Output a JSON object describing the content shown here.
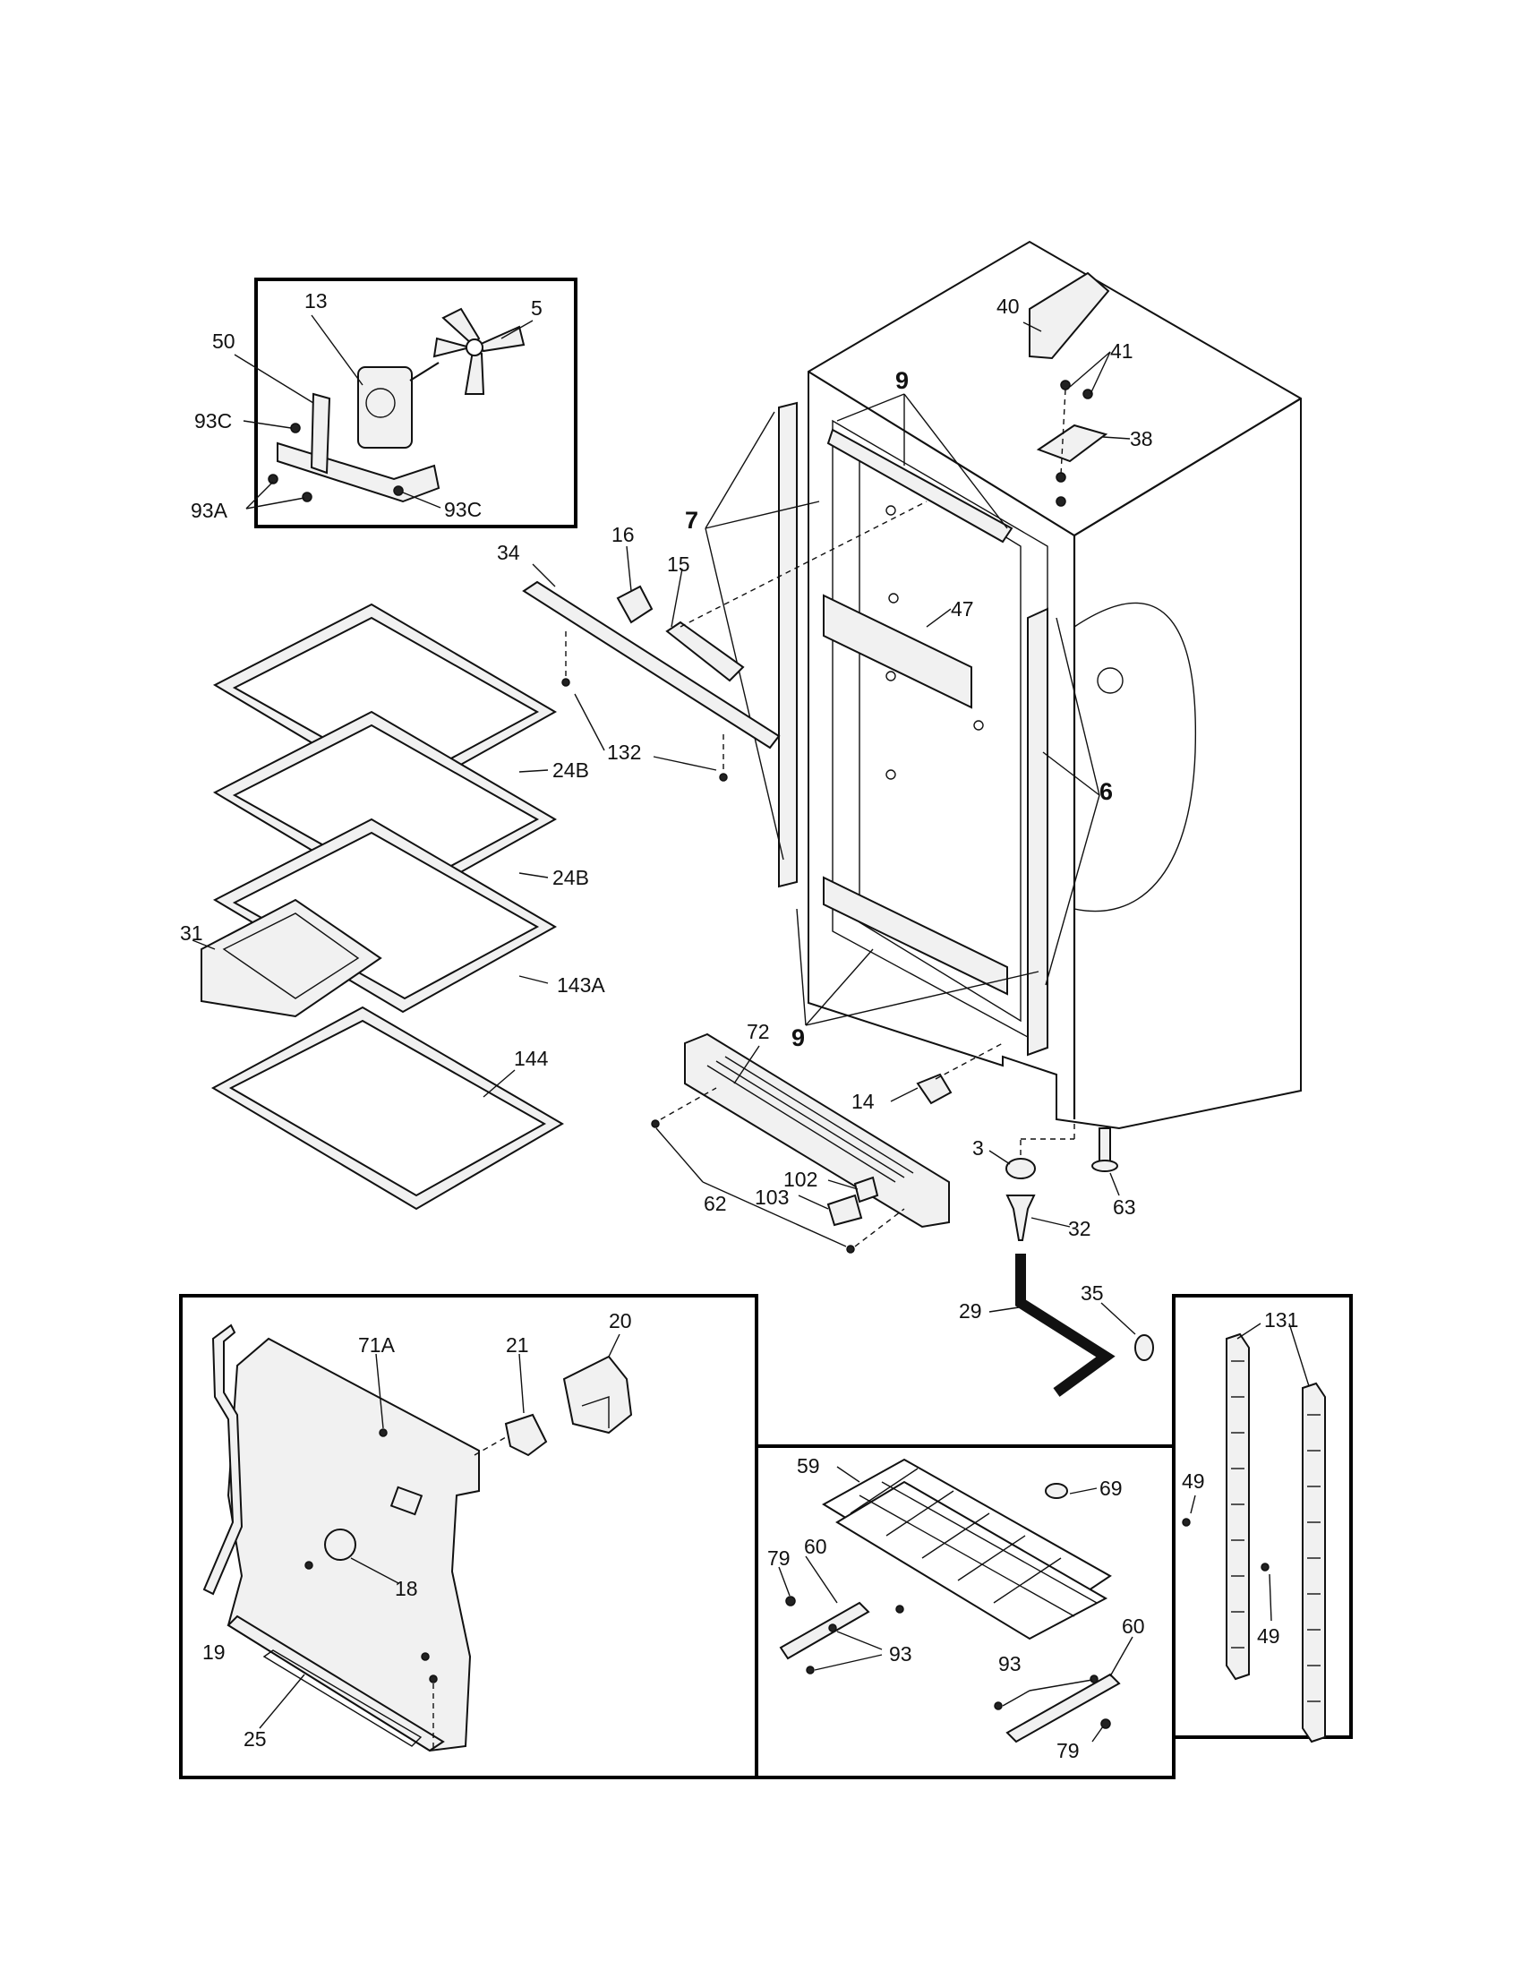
{
  "labels": {
    "n13": "13",
    "n5": "5",
    "n50": "50",
    "n93C_a": "93C",
    "n93A": "93A",
    "n93C_b": "93C",
    "n40": "40",
    "n41": "41",
    "n38": "38",
    "n9_top": "9",
    "n7": "7",
    "n16": "16",
    "n15": "15",
    "n34": "34",
    "n47": "47",
    "n132": "132",
    "n24B_a": "24B",
    "n24B_b": "24B",
    "n6": "6",
    "n31": "31",
    "n143A": "143A",
    "n9_bot": "9",
    "n144": "144",
    "n72": "72",
    "n14": "14",
    "n3": "3",
    "n63": "63",
    "n102": "102",
    "n103": "103",
    "n62": "62",
    "n32": "32",
    "n35": "35",
    "n29": "29",
    "n71A": "71A",
    "n21": "21",
    "n20": "20",
    "n131": "131",
    "n18": "18",
    "n19": "19",
    "n25": "25",
    "n59": "59",
    "n69": "69",
    "n49_a": "49",
    "n49_b": "49",
    "n79_a": "79",
    "n60_a": "60",
    "n93_a": "93",
    "n60_b": "60",
    "n93_b": "93",
    "n79_b": "79"
  },
  "colors": {
    "line": "#111111",
    "background": "#ffffff",
    "part_fill": "#f1f1f1"
  }
}
